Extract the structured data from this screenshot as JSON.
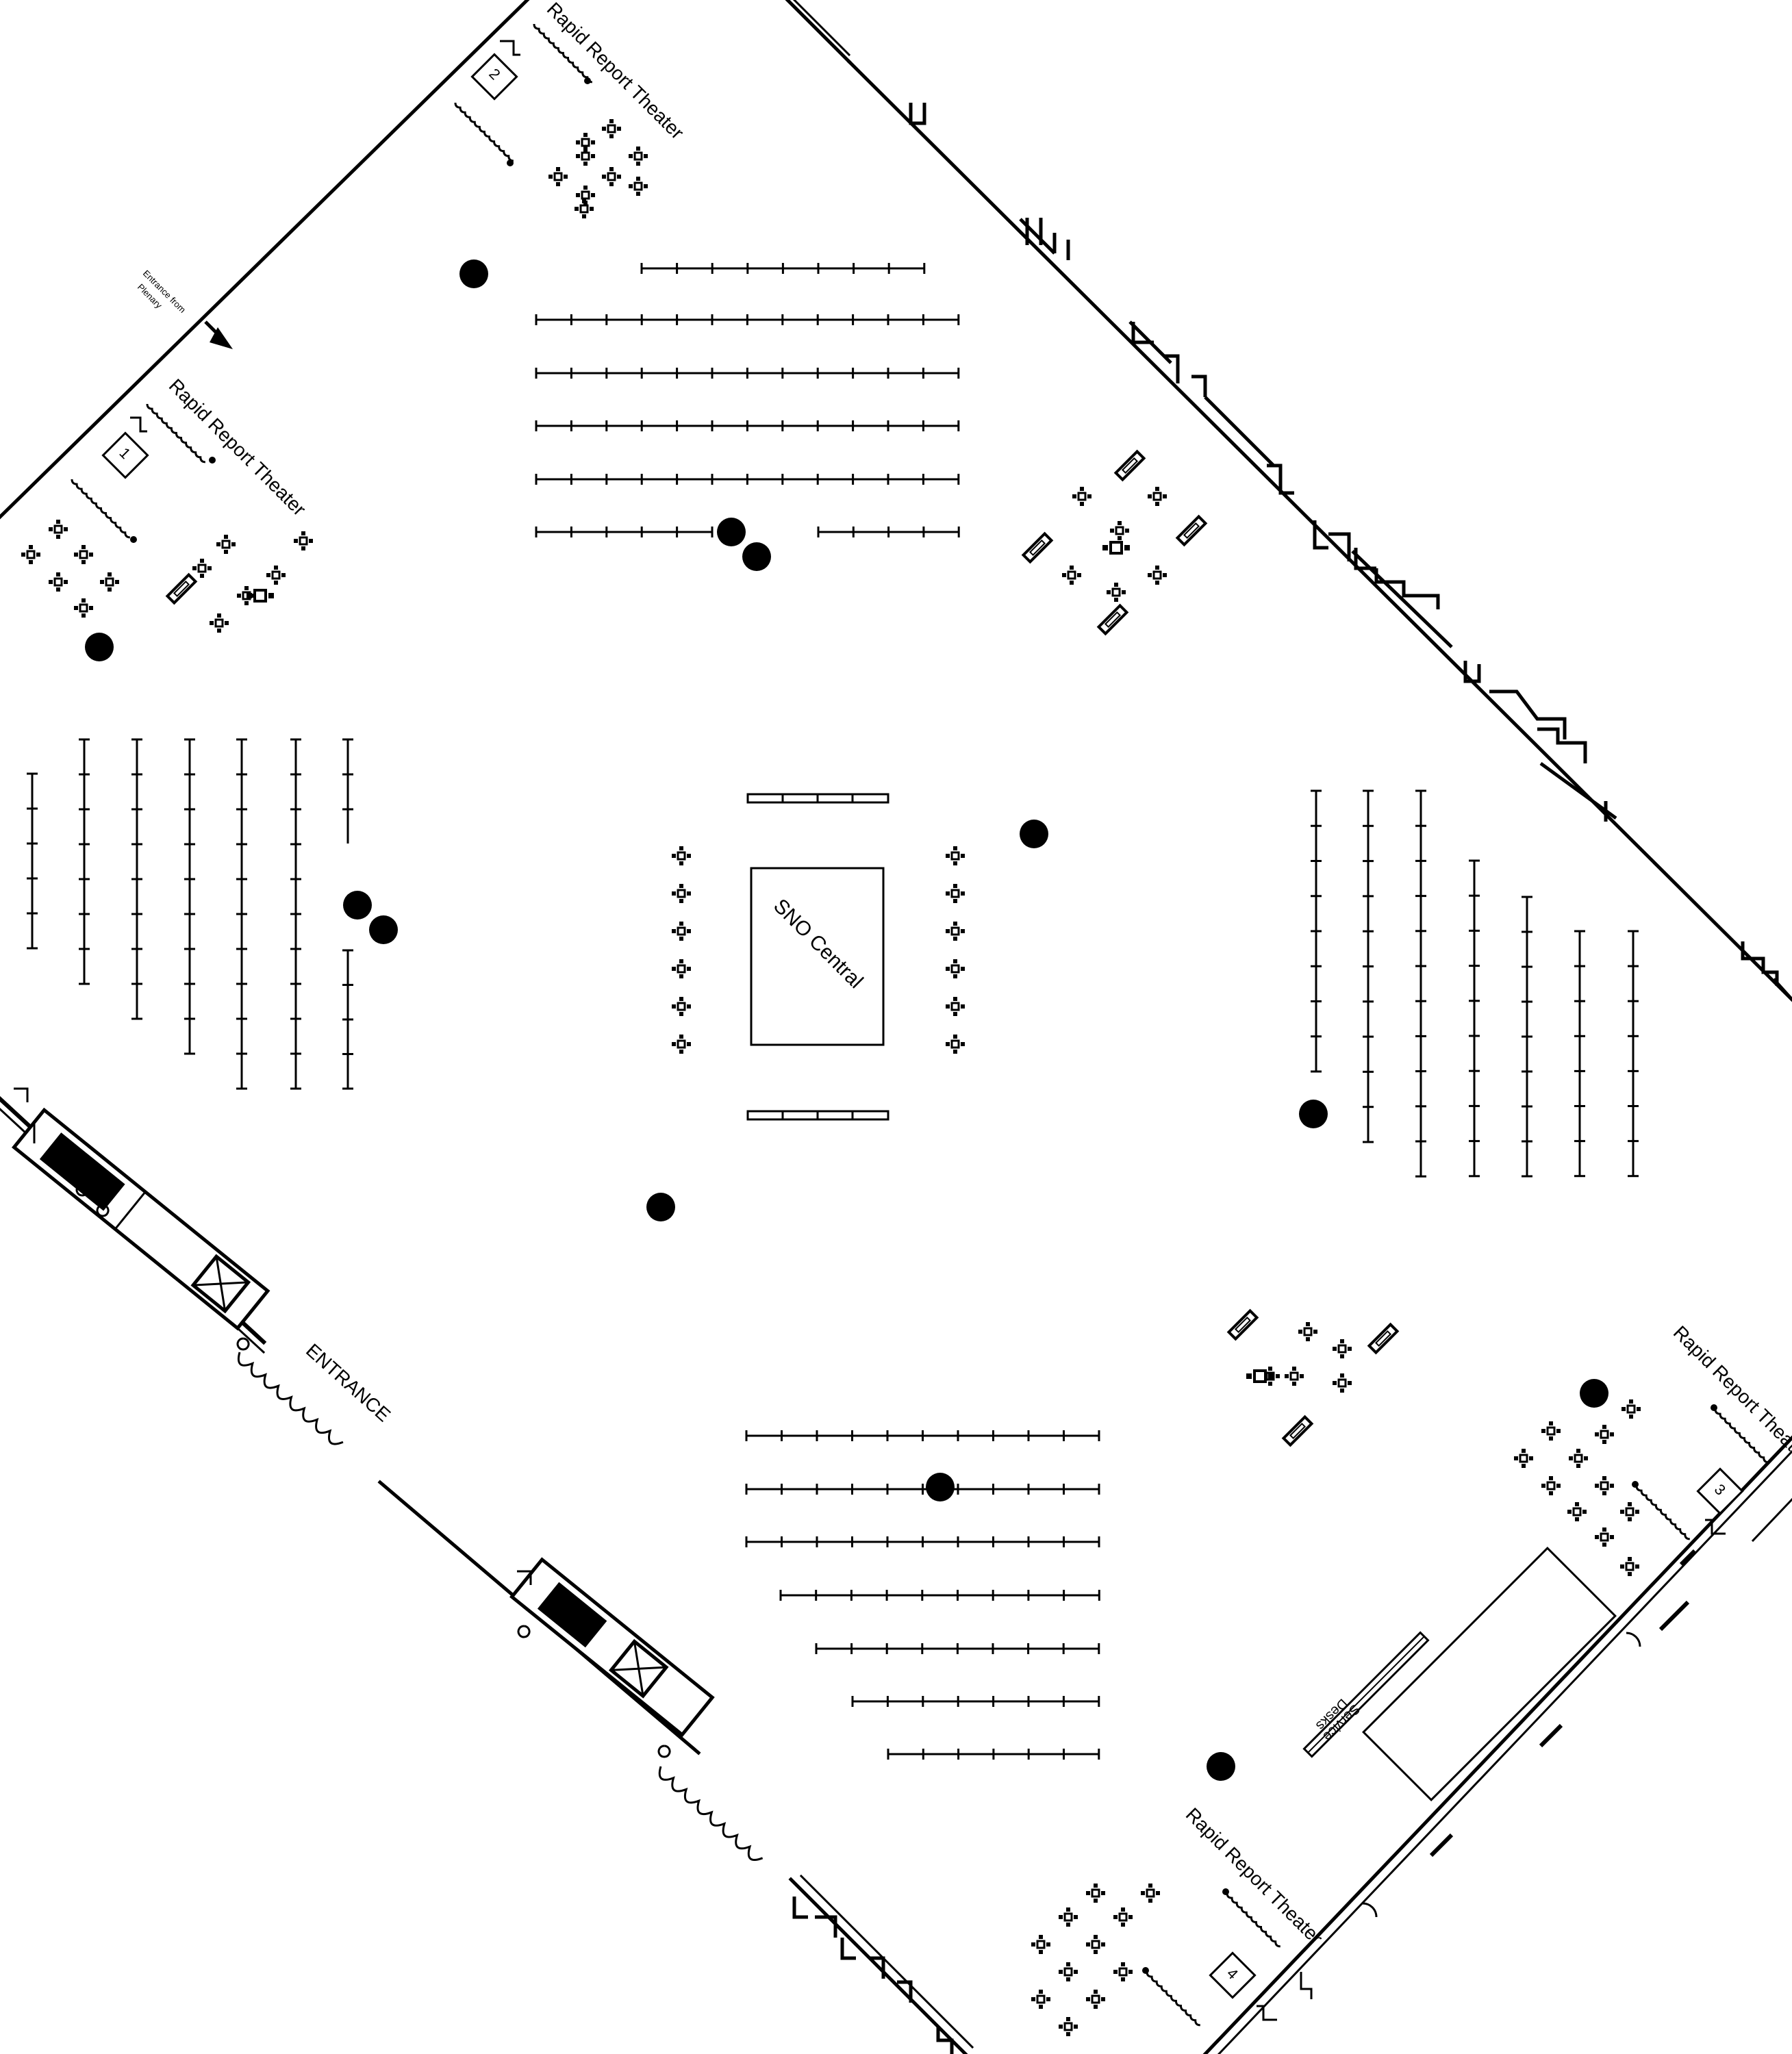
{
  "labels": {
    "theater_1": "Rapid Report Theater",
    "theater_2": "Rapid Report Theater",
    "theater_3": "Rapid Report Theater",
    "theater_4": "Rapid Report Theater",
    "stage_1": "1",
    "stage_2": "2",
    "stage_3": "3",
    "stage_4": "4",
    "entrance_from_line1": "Entrance from",
    "entrance_from_line2": "Plenary",
    "entrance": "ENTRANCE",
    "sno_central": "SNO Central",
    "service_desks_line1": "Service",
    "service_desks_line2": "Desks"
  },
  "colors": {
    "ink": "#000000",
    "paper": "#ffffff"
  },
  "icons": {
    "column": "filled-circle",
    "stool_cluster": "diamond-of-squares",
    "entrance_arrow": "arrow-right-down"
  }
}
